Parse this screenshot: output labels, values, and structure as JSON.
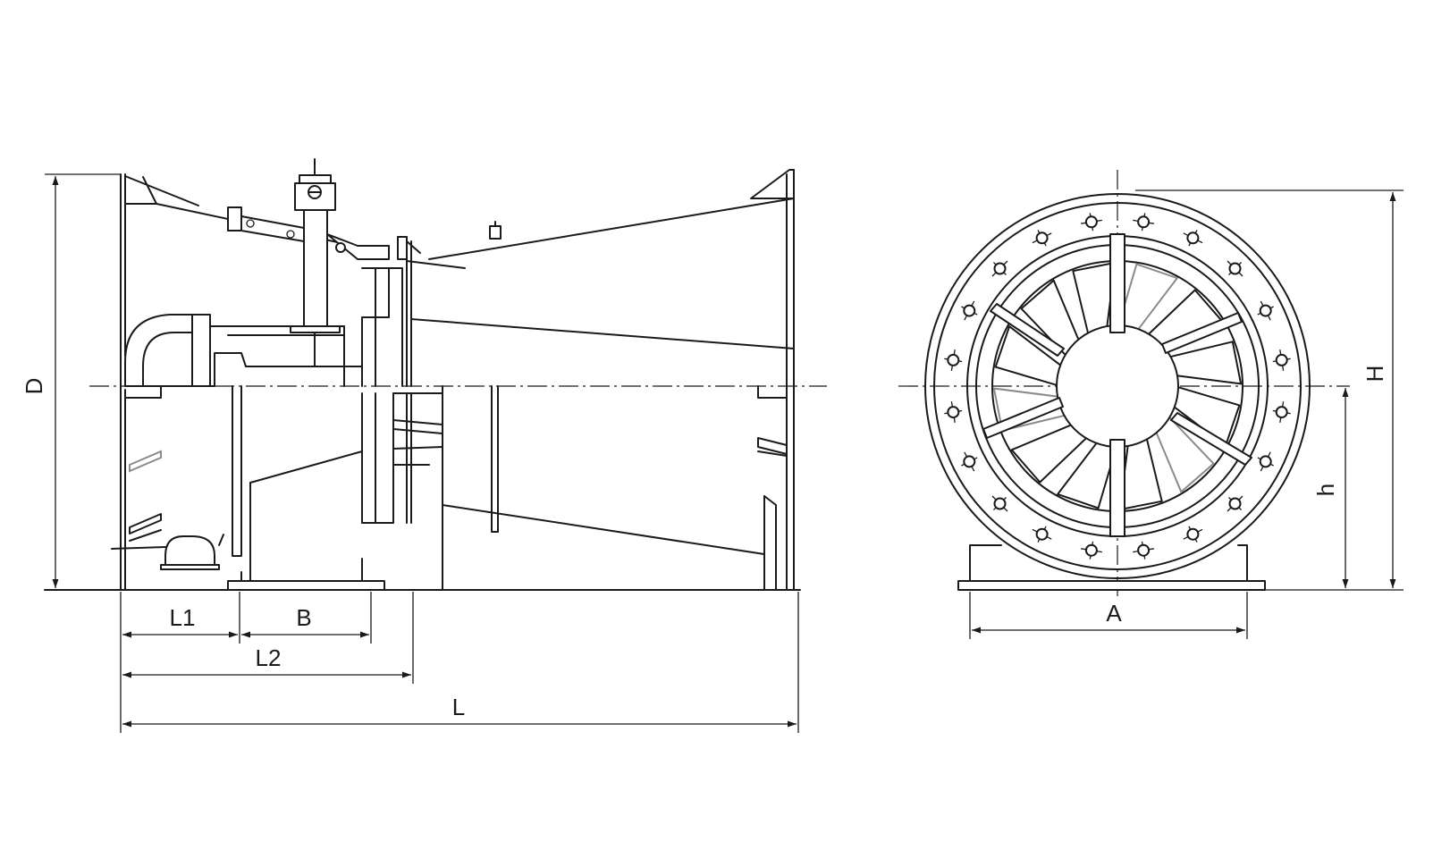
{
  "diagram": {
    "labels": {
      "D": "D",
      "L1": "L1",
      "B": "B",
      "L2": "L2",
      "L": "L",
      "H": "H",
      "h": "h",
      "A": "A"
    }
  }
}
